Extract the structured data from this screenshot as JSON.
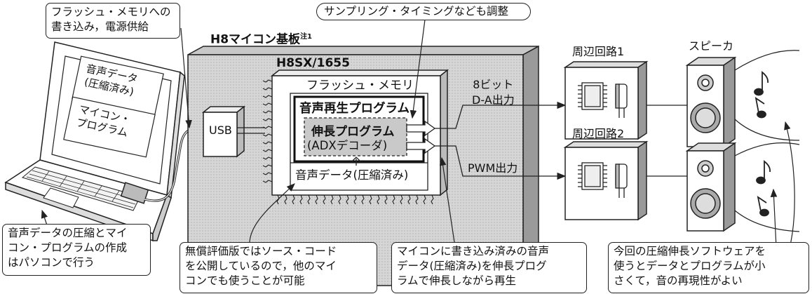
{
  "callouts": {
    "flash_write": "フラッシュ・メモリへの\n書き込み，電源供給",
    "tuning": "サンプリング・タイミングなども調整",
    "compress": "音声データの圧縮とマイ\nコン・プログラムの作成\nはパソコンで行う",
    "free_board": "無償評価版ではソース・コード\nを公開しているので，他のマイ\nコンでも使うことが可能",
    "decompress": "マイコンに書き込み済みの音声\nデータ(圧縮済み)を伸長プログ\nラムで伸長しながら再生",
    "good_repro": "今回の圧縮伸長ソフトウェアを\n使うとデータとプログラムが小\nさくて，音の再現性がよい"
  },
  "labels": {
    "board_title": "H8マイコン基板",
    "board_note": "注1",
    "mcu_name": "H8SX/1655",
    "flash": "フラッシュ・メモリ",
    "play_prog": "音声再生プログラム",
    "expand_prog": "伸長プログラム",
    "adx_decoder": "(ADXデコーダ)",
    "audio_data": "音声データ(圧縮済み)",
    "usb": "USB",
    "da_out": "8ビット\nD-A出力",
    "pwm_out": "PWM出力",
    "periph1": "周辺回路1",
    "periph2": "周辺回路2",
    "speaker": "スピーカ",
    "pc_audio": "音声データ\n(圧縮済み)",
    "pc_prog": "マイコン・\nプログラム"
  },
  "icons": [
    "laptop-icon",
    "usb-connector-icon",
    "chip-icon",
    "capacitor-icon",
    "speaker-icon",
    "music-note-icon"
  ]
}
